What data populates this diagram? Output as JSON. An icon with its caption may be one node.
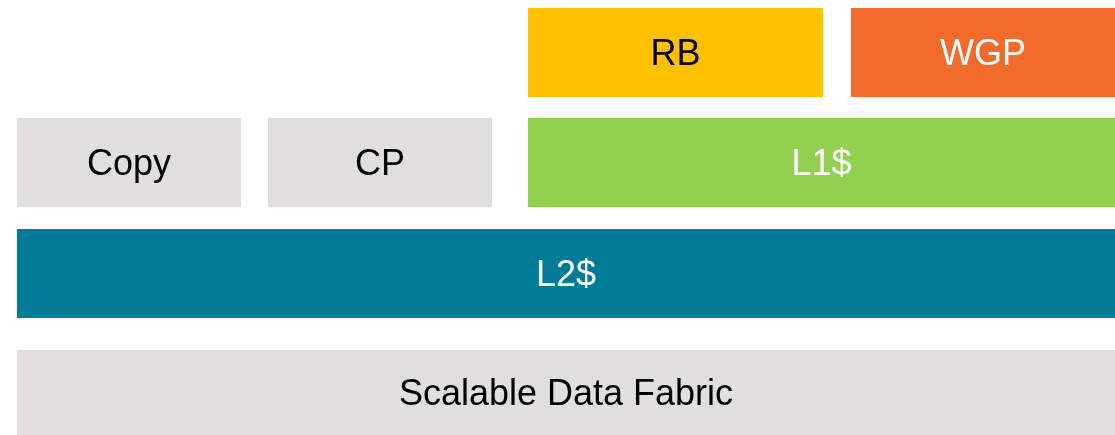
{
  "diagram": {
    "nodes": [
      {
        "text": [
          "RB"
        ]
      },
      {
        "text": [
          "WGP"
        ]
      },
      {
        "text": [
          "Copy"
        ]
      },
      {
        "text": [
          "CP"
        ]
      },
      {
        "text": [
          "L1$"
        ]
      },
      {
        "text": [
          "L2$"
        ]
      },
      {
        "text": [
          "Scalable Data Fabric"
        ]
      }
    ]
  }
}
